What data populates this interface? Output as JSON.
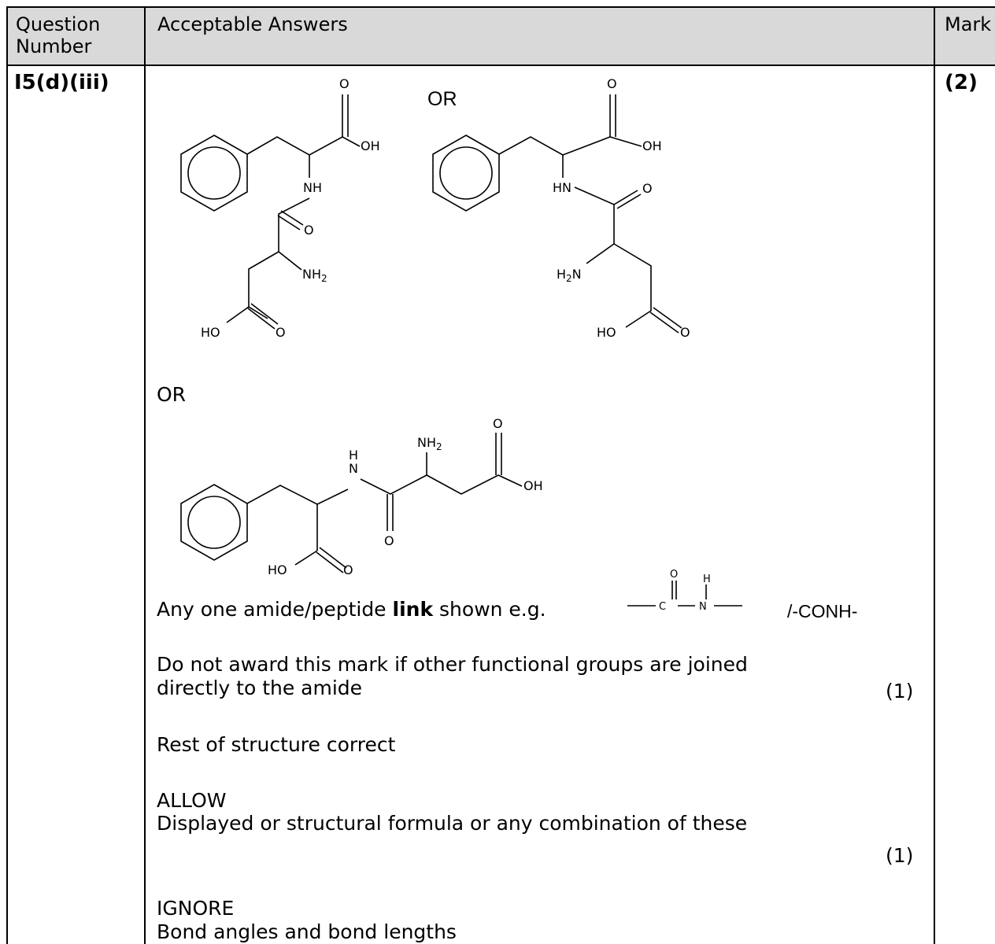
{
  "table": {
    "headers": {
      "question": "Question Number",
      "answers": "Acceptable Answers",
      "mark": "Mark"
    },
    "row": {
      "question_number": "I5(d)(iii)",
      "mark": "(2)"
    }
  },
  "structures": {
    "or_1": "OR",
    "or_2": "OR",
    "mol1": {
      "o_top": "O",
      "oh": "OH",
      "nh": "NH",
      "o_amide": "O",
      "nh2": "NH",
      "sub2": "2",
      "ho": "HO",
      "o_bottom": "O"
    },
    "mol2": {
      "o_top": "O",
      "oh": "OH",
      "hn": "HN",
      "o_amide": "O",
      "h2n_h": "H",
      "sub2": "2",
      "h2n_n": "N",
      "ho": "HO",
      "o_bottom": "O"
    },
    "mol3": {
      "nh2": "NH",
      "sub2": "2",
      "o_top": "O",
      "h": "H",
      "n": "N",
      "oh": "OH",
      "o_amide": "O",
      "ho": "HO",
      "o_bottom": "O"
    },
    "link": {
      "o": "O",
      "h": "H",
      "c": "C",
      "n": "N"
    }
  },
  "content": {
    "link_line_pre": "Any one amide/peptide ",
    "link_line_bold": "link",
    "link_line_post": " shown e.g.",
    "conh": "/-CONH-",
    "no_award_1": "Do not award this mark if other functional groups are joined",
    "no_award_2": "directly to the amide",
    "mark1": "(1)",
    "rest": "Rest of structure correct",
    "allow": "ALLOW",
    "displayed": "Displayed or structural formula or any combination of these",
    "mark2": "(1)",
    "ignore": "IGNORE",
    "bond": "Bond angles and bond lengths"
  }
}
